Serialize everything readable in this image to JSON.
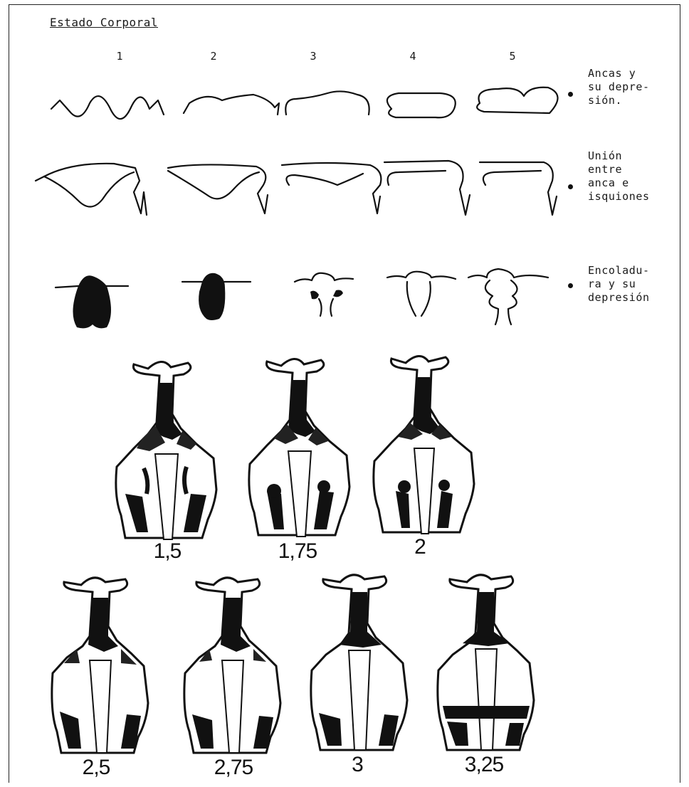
{
  "title": "Estado Corporal",
  "columns": [
    "1",
    "2",
    "3",
    "4",
    "5"
  ],
  "rows": [
    {
      "lines": [
        "Ancas y",
        "su depre-",
        "sión."
      ]
    },
    {
      "lines": [
        "Unión",
        "entre",
        "anca e",
        "isquiones"
      ]
    },
    {
      "lines": [
        "Encoladu-",
        "ra y su",
        "depresión"
      ]
    }
  ],
  "figures_top": [
    "1,5",
    "1,75",
    "2"
  ],
  "figures_bottom": [
    "2,5",
    "2,75",
    "3",
    "3,25"
  ],
  "colors": {
    "ink": "#111111",
    "paper": "#ffffff"
  }
}
